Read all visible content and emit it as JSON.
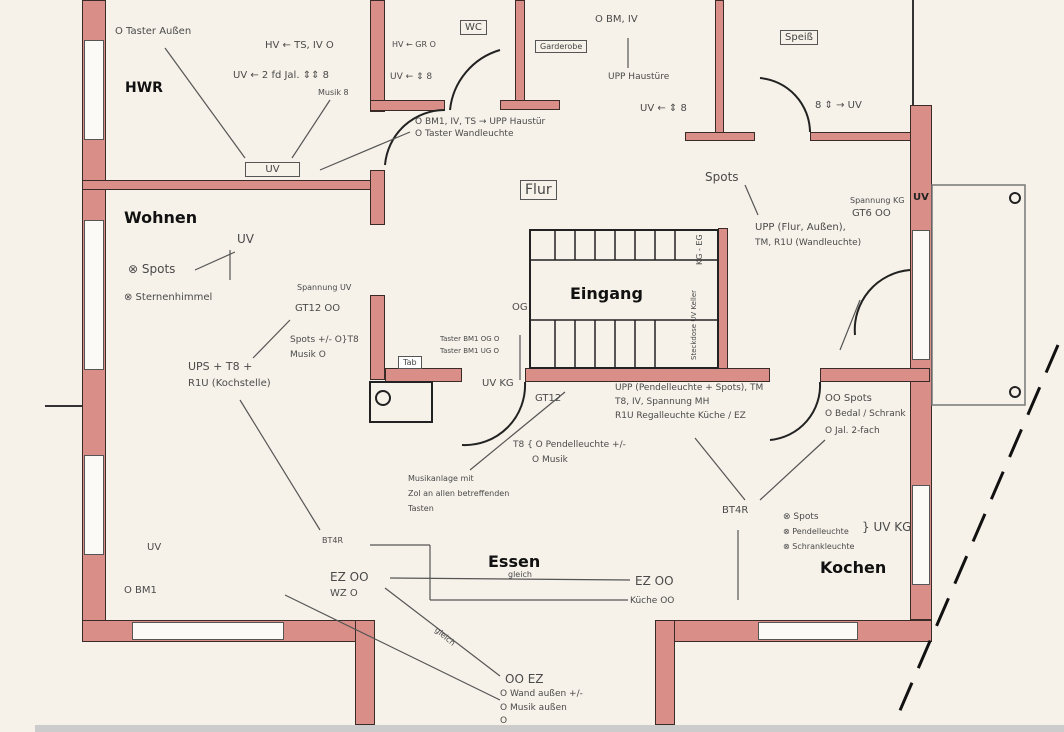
{
  "rooms": {
    "hwr": "HWR",
    "wohnen": "Wohnen",
    "flur": "Flur",
    "eingang": "Eingang",
    "essen": "Essen",
    "kochen": "Kochen",
    "wc": "WC",
    "garderobe": "Garderobe",
    "speis": "Speiß"
  },
  "labels": {
    "taster_aussen": "O Taster Außen",
    "hv_ts": "HV ← TS, IV O",
    "uv_jal": "UV ← 2 fd Jal. ⇕⇕ 8",
    "musik_hwr": "Musik 8",
    "uv_box": "UV",
    "hv_gr": "HV ← GR O",
    "uv_wc": "UV ← ⇕ 8",
    "bm_iv_ts": "O BM1, IV, TS → UPP Haustür",
    "taster_wand": "O Taster Wandleuchte",
    "bm_iv": "O BM, IV",
    "upp_haustuer": "UPP Haustüre",
    "uv_arrow": "UV ← ⇕ 8",
    "speis_uv": "8 ⇕ → UV",
    "spots_flur": "Spots",
    "upp_flur": "UPP (Flur, Außen),",
    "tm_r1u": "TM, R1U (Wandleuchte)",
    "spannung_kg": "Spannung KG",
    "gt6": "GT6 OO",
    "uv_wall": "UV",
    "wohnen_uv": "UV",
    "spots_w": "⊗ Spots",
    "sternenhimmel": "⊗ Sternenhimmel",
    "spannung_uv": "Spannung UV",
    "gt12_w": "GT12 OO",
    "spots_musik": "Spots +/- O}T8",
    "musik_w": "Musik O",
    "ups": "UPS + T8 +",
    "r1u_k": "R1U (Kochstelle)",
    "taster_og": "OG",
    "taster_bm1": "Taster BM1 OG O",
    "taster_bm2": "Taster BM1 UG O",
    "uv_kg": "UV KG",
    "kg_eg": "KG - EG",
    "kabel": "Steckdose UV Keller",
    "tab": "Tab",
    "gt12_e": "GT12",
    "upp_pendel": "UPP (Pendelleuchte + Spots), TM",
    "t8_iv": "T8, IV, Spannung MH",
    "r1u_regal": "R1U Regalleuchte Küche / EZ",
    "t8_pendel": "T8 { O Pendelleuchte +/-",
    "t8_musik": "O Musik",
    "musikanlage1": "Musikanlage mit",
    "musikanlage2": "Zol an allen betreffenden",
    "musikanlage3": "Tasten",
    "spots_k": "OO Spots",
    "bedal": "O Bedal / Schrank",
    "jal2": "O Jal. 2-fach",
    "bt4r_k": "BT4R",
    "spots_k2": "⊗ Spots",
    "pendel_k": "⊗ Pendelleuchte",
    "schrank_k": "⊗ Schrankleuchte",
    "uv_kg2": "} UV KG",
    "uv_bm": "UV",
    "bm1": "O BM1",
    "bt4r_e": "BT4R",
    "ez_e": "EZ OO",
    "wz_e": "WZ O",
    "gleich1": "gleich",
    "ez_right": "EZ OO",
    "kueche": "Küche OO",
    "gleich2": "gleich",
    "ez_bottom": "OO EZ",
    "wand_aussen": "O Wand außen +/-",
    "musik_aussen": "O Musik außen",
    "o_last": "O"
  },
  "colors": {
    "wall": "#d98e88",
    "paper": "#f6f2e9"
  }
}
